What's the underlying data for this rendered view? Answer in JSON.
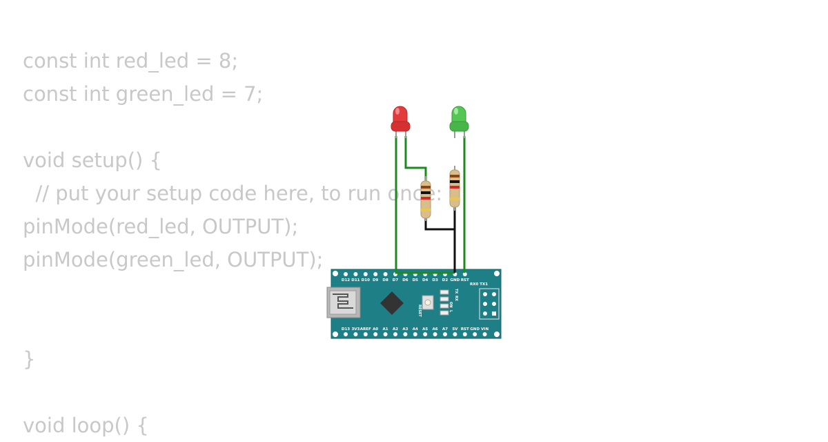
{
  "code": {
    "lines": [
      "const int red_led = 8;",
      "const int green_led = 7;",
      "",
      "void setup() {",
      "  // put your setup code here, to run once:",
      "pinMode(red_led, OUTPUT);",
      "pinMode(green_led, OUTPUT);",
      "",
      "",
      "}",
      "",
      "void loop() {"
    ]
  },
  "board": {
    "top_pins": [
      "D12",
      "D11",
      "D10",
      "D9",
      "D8",
      "D7",
      "D6",
      "D5",
      "D4",
      "D3",
      "D2",
      "GND",
      "RST"
    ],
    "bottom_pins": [
      "D13",
      "3V3",
      "AREF",
      "A0",
      "A1",
      "A2",
      "A3",
      "A4",
      "A5",
      "A6",
      "A7",
      "5V",
      "RST",
      "GND",
      "VIN"
    ],
    "reset_label": "RESET",
    "rx0_tx1": "RX0 TX1",
    "led_labels": [
      "TX",
      "RX",
      "ON",
      "L"
    ]
  },
  "colors": {
    "code_text": "#c8c8c8",
    "board": "#1f7f86",
    "wire_green": "#1e8a1e",
    "wire_black": "#111111",
    "led_red": "#e33b3b",
    "led_green": "#53c653"
  }
}
